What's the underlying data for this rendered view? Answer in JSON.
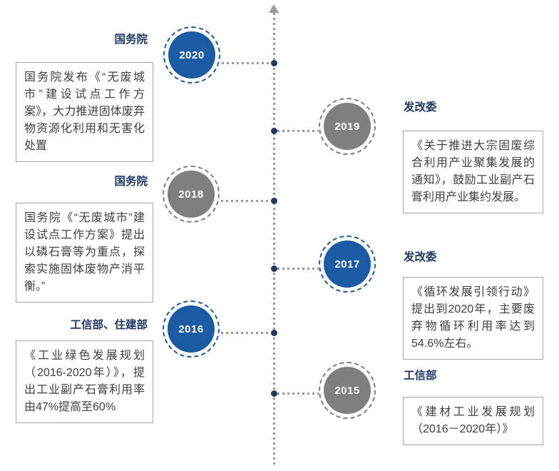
{
  "colors": {
    "blue": "#1a5ba4",
    "gray": "#7f7f7f",
    "navy": "#1f3864",
    "line": "#999999",
    "border": "#a6a6a6",
    "text": "#3f3f3f"
  },
  "timeline": {
    "type": "vertical-policy-timeline",
    "items": [
      {
        "year": "2020",
        "side": "left",
        "color": "blue",
        "agency": "国务院",
        "description": "国务院发布《“无废城市”建设试点工作方案》，大力推进固体废弃物资源化利用和无害化处置"
      },
      {
        "year": "2019",
        "side": "right",
        "color": "gray",
        "agency": "发改委",
        "description": "《关于推进大宗固废综合利用产业聚集发展的通知》，鼓励工业副产石膏利用产业集约发展。"
      },
      {
        "year": "2018",
        "side": "left",
        "color": "gray",
        "agency": "国务院",
        "description": "国务院《“无废城市”建设试点工作方案》提出以磷石膏等为重点，探索实施固体废物产消平衡。”"
      },
      {
        "year": "2017",
        "side": "right",
        "color": "blue",
        "agency": "发改委",
        "description": "《循环发展引领行动》提出到2020年，主要废弃物循环利用率达到54.6%左右。"
      },
      {
        "year": "2016",
        "side": "left",
        "color": "blue",
        "agency": "工信部、住建部",
        "description": "《工业绿色发展规划（2016-2020年）》，提出工业副产石膏利用率由47%提高至60%"
      },
      {
        "year": "2015",
        "side": "right",
        "color": "gray",
        "agency": "工信部",
        "description": "《建材工业发展规划（2016－2020年）》"
      }
    ]
  }
}
